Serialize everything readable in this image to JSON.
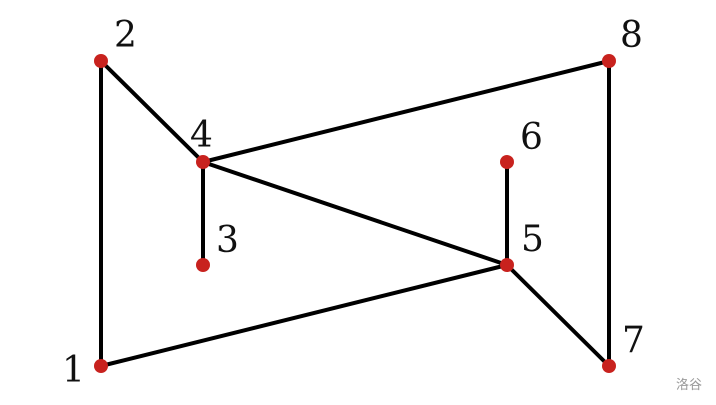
{
  "graph": {
    "node_color": "#c8221e",
    "edge_color": "#000000",
    "nodes": [
      "1",
      "2",
      "3",
      "4",
      "5",
      "6",
      "7",
      "8"
    ],
    "edges": [
      [
        "1",
        "2"
      ],
      [
        "1",
        "5"
      ],
      [
        "2",
        "4"
      ],
      [
        "3",
        "4"
      ],
      [
        "4",
        "5"
      ],
      [
        "4",
        "8"
      ],
      [
        "5",
        "6"
      ],
      [
        "5",
        "7"
      ],
      [
        "7",
        "8"
      ]
    ]
  },
  "watermark": "洛谷"
}
